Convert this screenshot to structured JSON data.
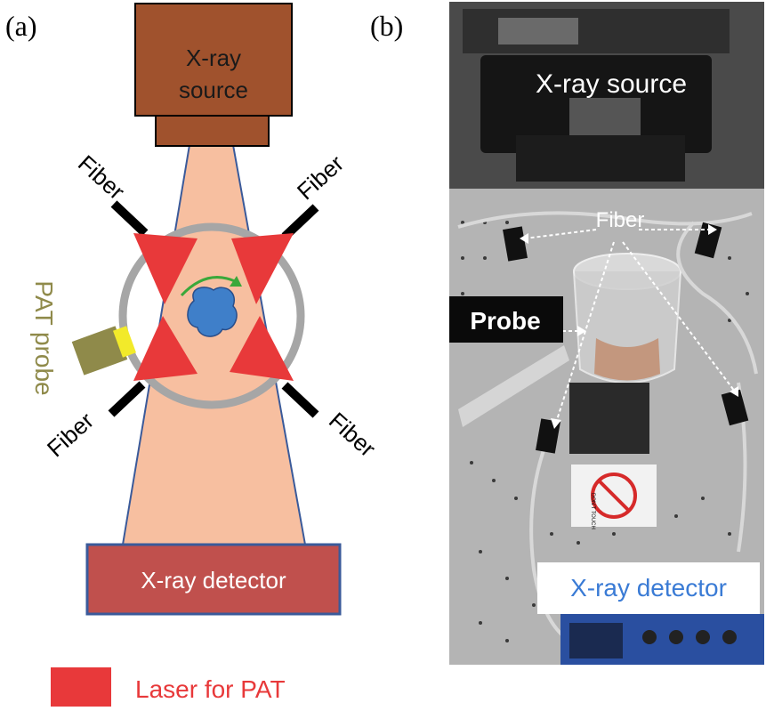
{
  "panel_a": {
    "label": "(a)",
    "xray_source_line1": "X-ray",
    "xray_source_line2": "source",
    "fiber_label": "Fiber",
    "pat_probe_label": "PAT probe",
    "xray_detector_label": "X-ray detector",
    "legend_label": "Laser for PAT"
  },
  "panel_b": {
    "label": "(b)",
    "xray_source_label": "X-ray source",
    "fiber_label": "Fiber",
    "probe_label": "Probe",
    "xray_detector_label": "X-ray detector",
    "sign_text": "DON'T TOUCH"
  },
  "colors": {
    "source_fill": "#a0522d",
    "beam_fill": "#f7bfa0",
    "beam_edge": "#3a5a9a",
    "laser_red": "#e8393a",
    "ring_gray": "#a6a6a6",
    "sample_blue": "#3f7fc9",
    "probe_olive": "#8f8a4a",
    "probe_tip": "#f2ea2a",
    "detector_fill": "#c0504d",
    "legend_text": "#e8393a",
    "photo_detector_text": "#3a7bd5"
  }
}
